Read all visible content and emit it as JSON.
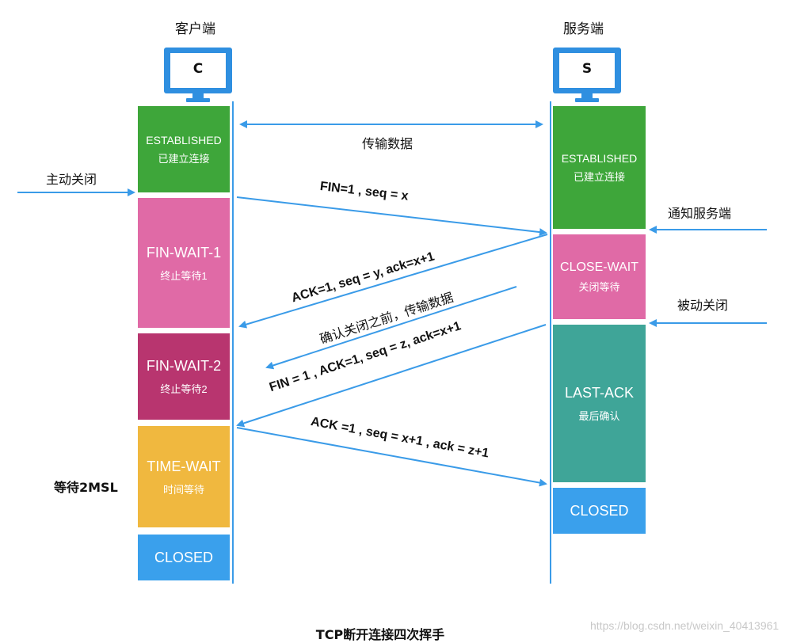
{
  "client": {
    "title": "客户端",
    "monitor_letter": "C",
    "states": [
      {
        "name": "ESTABLISHED",
        "sub": "已建立连接",
        "color": "#3ea63a"
      },
      {
        "name": "FIN-WAIT-1",
        "sub": "终止等待1",
        "color": "#e06aa6"
      },
      {
        "name": "FIN-WAIT-2",
        "sub": "终止等待2",
        "color": "#b8356f"
      },
      {
        "name": "TIME-WAIT",
        "sub": "时间等待",
        "color": "#f0b83f"
      },
      {
        "name": "CLOSED",
        "sub": "",
        "color": "#3aa0ec"
      }
    ],
    "side_labels": {
      "active_close": "主动关闭",
      "wait_2msl": "等待2MSL"
    }
  },
  "server": {
    "title": "服务端",
    "monitor_letter": "S",
    "states": [
      {
        "name": "ESTABLISHED",
        "sub": "已建立连接",
        "color": "#3ea63a"
      },
      {
        "name": "CLOSE-WAIT",
        "sub": "关闭等待",
        "color": "#e06aa6"
      },
      {
        "name": "LAST-ACK",
        "sub": "最后确认",
        "color": "#3fa598"
      },
      {
        "name": "CLOSED",
        "sub": "",
        "color": "#3aa0ec"
      }
    ],
    "side_labels": {
      "notify_server": "通知服务端",
      "passive_close": "被动关闭"
    }
  },
  "messages": {
    "data_transfer": "传输数据",
    "fin1": "FIN=1 , seq = x",
    "ack1": "ACK=1, seq = y, ack=x+1",
    "data_before_close": "确认关闭之前，传输数据",
    "fin2": "FIN = 1 , ACK=1, seq = z, ack=x+1",
    "ack2": "ACK =1 , seq = x+1 , ack = z+1"
  },
  "caption": "TCP断开连接四次挥手",
  "watermark": "https://blog.csdn.net/weixin_40413961",
  "colors": {
    "arrow": "#3a9be8",
    "monitor": "#2f8fe0",
    "timeline": "#3a9be8"
  }
}
